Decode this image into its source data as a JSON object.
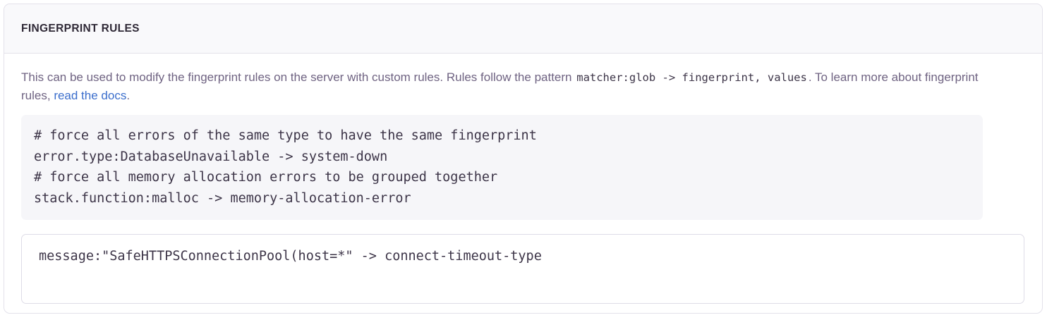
{
  "panel": {
    "title": "FINGERPRINT RULES",
    "description": {
      "part1": "This can be used to modify the fingerprint rules on the server with custom rules. Rules follow the pattern",
      "inline_code": "matcher:glob -> fingerprint, values",
      "part2": ". To learn more about fingerprint rules,",
      "link_text": "read the docs",
      "part3": "."
    },
    "example_code_lines": [
      "# force all errors of the same type to have the same fingerprint",
      "error.type:DatabaseUnavailable -> system-down",
      "# force all memory allocation errors to be grouped together",
      "stack.function:malloc -> memory-allocation-error"
    ],
    "rules_input": {
      "value": "message:\"SafeHTTPSConnectionPool(host=*\" -> connect-timeout-type",
      "placeholder": ""
    }
  },
  "colors": {
    "panel_border": "#e3e1ea",
    "header_background": "#f9f9fb",
    "title_text": "#2f2936",
    "body_text": "#6f6382",
    "code_text": "#3d3548",
    "code_block_background": "#f6f6f9",
    "link": "#3b6ecc",
    "input_border": "#dedce7"
  }
}
